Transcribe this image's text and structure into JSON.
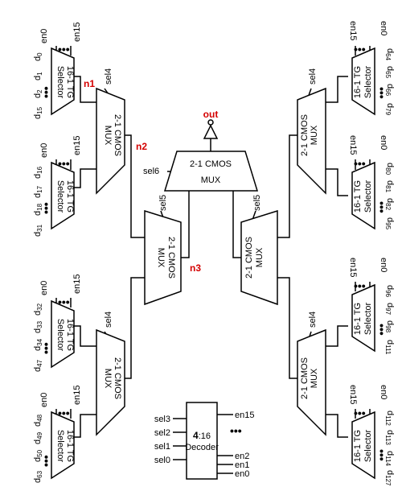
{
  "output": {
    "label": "out"
  },
  "nodes": {
    "n1": "n1",
    "n2": "n2",
    "n3": "n3"
  },
  "selectors": [
    {
      "type": "16-1 TG",
      "name": "Selector",
      "en_first": "en0",
      "en_last": "en15",
      "d_top": "d",
      "d_top_sub": "0",
      "d_1": "d",
      "d_1_sub": "1",
      "d_2": "d",
      "d_2_sub": "2",
      "d_bot": "d",
      "d_bot_sub": "15"
    },
    {
      "type": "16-1 TG",
      "name": "Selector",
      "en_first": "en0",
      "en_last": "en15",
      "d_top": "d",
      "d_top_sub": "16",
      "d_1": "d",
      "d_1_sub": "17",
      "d_2": "d",
      "d_2_sub": "18",
      "d_bot": "d",
      "d_bot_sub": "31"
    },
    {
      "type": "16-1 TG",
      "name": "Selector",
      "en_first": "en0",
      "en_last": "en15",
      "d_top": "d",
      "d_top_sub": "32",
      "d_1": "d",
      "d_1_sub": "33",
      "d_2": "d",
      "d_2_sub": "34",
      "d_bot": "d",
      "d_bot_sub": "47"
    },
    {
      "type": "16-1 TG",
      "name": "Selector",
      "en_first": "en0",
      "en_last": "en15",
      "d_top": "d",
      "d_top_sub": "48",
      "d_1": "d",
      "d_1_sub": "49",
      "d_2": "d",
      "d_2_sub": "50",
      "d_bot": "d",
      "d_bot_sub": "63"
    },
    {
      "type": "16-1 TG",
      "name": "Selector",
      "en_first": "en0",
      "en_last": "en15",
      "d_top": "d",
      "d_top_sub": "64",
      "d_1": "d",
      "d_1_sub": "65",
      "d_2": "d",
      "d_2_sub": "66",
      "d_bot": "d",
      "d_bot_sub": "79"
    },
    {
      "type": "16-1 TG",
      "name": "Selector",
      "en_first": "en0",
      "en_last": "en15",
      "d_top": "d",
      "d_top_sub": "80",
      "d_1": "d",
      "d_1_sub": "81",
      "d_2": "d",
      "d_2_sub": "82",
      "d_bot": "d",
      "d_bot_sub": "95"
    },
    {
      "type": "16-1 TG",
      "name": "Selector",
      "en_first": "en0",
      "en_last": "en15",
      "d_top": "d",
      "d_top_sub": "96",
      "d_1": "d",
      "d_1_sub": "97",
      "d_2": "d",
      "d_2_sub": "98",
      "d_bot": "d",
      "d_bot_sub": "111"
    },
    {
      "type": "16-1 TG",
      "name": "Selector",
      "en_first": "en0",
      "en_last": "en15",
      "d_top": "d",
      "d_top_sub": "112",
      "d_1": "d",
      "d_1_sub": "113",
      "d_2": "d",
      "d_2_sub": "114",
      "d_bot": "d",
      "d_bot_sub": "127"
    }
  ],
  "muxes": [
    {
      "name": "2-1 CMOS",
      "sub": "MUX",
      "sel": "sel4"
    },
    {
      "name": "2-1 CMOS",
      "sub": "MUX",
      "sel": "sel4"
    },
    {
      "name": "2-1 CMOS",
      "sub": "MUX",
      "sel": "sel4"
    },
    {
      "name": "2-1 CMOS",
      "sub": "MUX",
      "sel": "sel4"
    },
    {
      "name": "2-1 CMOS",
      "sub": "MUX",
      "sel": "sel5"
    },
    {
      "name": "2-1 CMOS",
      "sub": "MUX",
      "sel": "sel5"
    },
    {
      "name": "2-1 CMOS",
      "sub": "MUX",
      "sel": "sel6"
    }
  ],
  "decoder": {
    "ratio_bold": "4",
    "ratio_rest": ":16",
    "name": "Decoder",
    "inputs": [
      "sel3",
      "sel2",
      "sel1",
      "sel0"
    ],
    "outputs": [
      "en15",
      "en2",
      "en1",
      "en0"
    ]
  }
}
